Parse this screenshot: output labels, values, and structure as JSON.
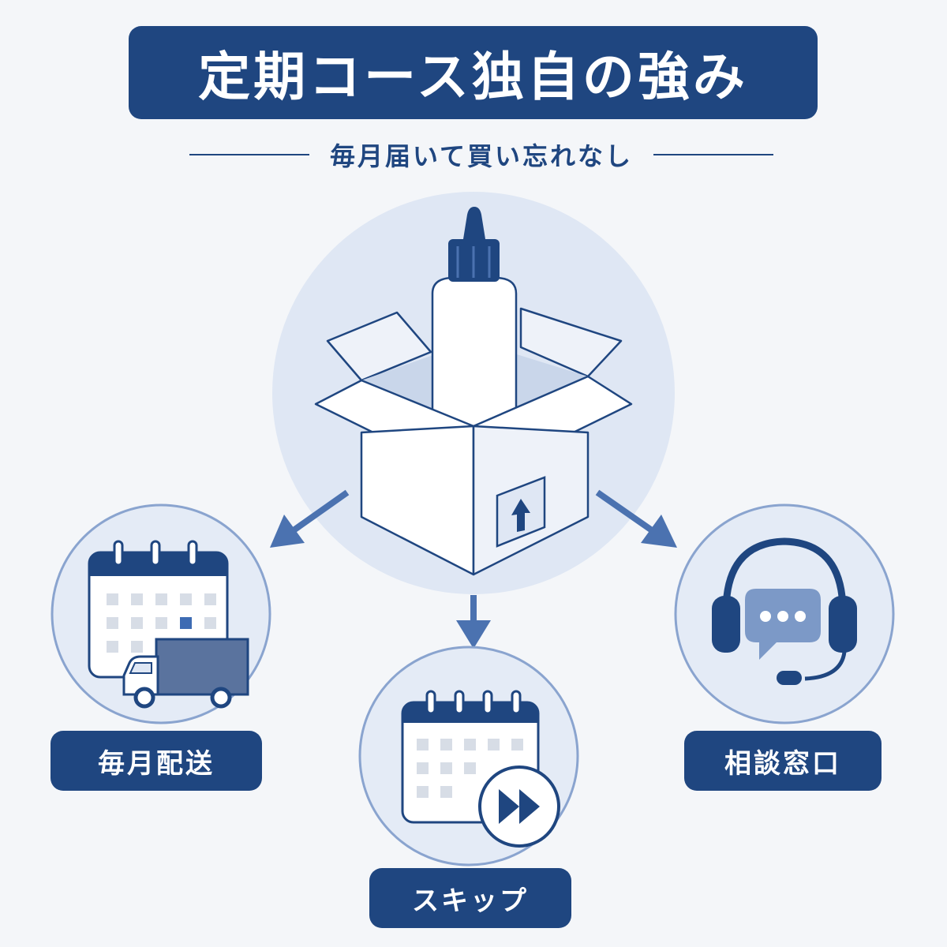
{
  "title": "定期コース独自の強み",
  "subtitle": "毎月届いて買い忘れなし",
  "features": [
    {
      "label": "毎月配送",
      "icon": "calendar-truck-icon"
    },
    {
      "label": "スキップ",
      "icon": "calendar-skip-icon"
    },
    {
      "label": "相談窓口",
      "icon": "headset-chat-icon"
    }
  ],
  "center_icon": "open-box-bottle-icon",
  "colors": {
    "primary": "#1f4680",
    "accent": "#4b72b0",
    "light": "#dfe7f4",
    "background": "#f4f6f9"
  }
}
